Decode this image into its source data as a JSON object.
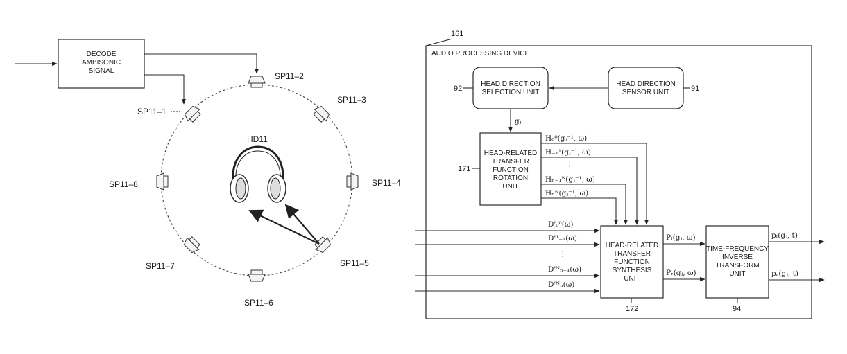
{
  "decoder_box": {
    "lines": [
      "DECODE",
      "AMBISONIC",
      "SIGNAL"
    ]
  },
  "headphone_label": "HD11",
  "speakers": [
    {
      "label": "SP11–1"
    },
    {
      "label": "SP11–2"
    },
    {
      "label": "SP11–3"
    },
    {
      "label": "SP11–4"
    },
    {
      "label": "SP11–5"
    },
    {
      "label": "SP11–6"
    },
    {
      "label": "SP11–7"
    },
    {
      "label": "SP11–8"
    }
  ],
  "device": {
    "ref": "161",
    "title": "AUDIO PROCESSING DEVICE"
  },
  "blocks": {
    "head_dir_select": {
      "lines": [
        "HEAD DIRECTION",
        "SELECTION UNIT"
      ],
      "ref": "92"
    },
    "head_dir_sensor": {
      "lines": [
        "HEAD DIRECTION",
        "SENSOR UNIT"
      ],
      "ref": "91"
    },
    "hrtf_rotation": {
      "lines": [
        "HEAD-RELATED",
        "TRANSFER",
        "FUNCTION",
        "ROTATION",
        "UNIT"
      ],
      "ref": "171"
    },
    "hrtf_synthesis": {
      "lines": [
        "HEAD-RELATED",
        "TRANSFER",
        "FUNCTION",
        "SYNTHESIS",
        "UNIT"
      ],
      "ref": "172"
    },
    "tf_inverse": {
      "lines": [
        "TIME-FREQUENCY",
        "INVERSE",
        "TRANSFORM",
        "UNIT"
      ],
      "ref": "94"
    }
  },
  "signals": {
    "gj": "gⱼ",
    "h_outputs": [
      "H₀⁰(gⱼ⁻¹, ω)",
      "H₋₁¹(gⱼ⁻¹, ω)",
      "⋮",
      "Hₙ₋₁ᴺ(gⱼ⁻¹, ω)",
      "Hₙᴺ(gⱼ⁻¹, ω)"
    ],
    "d_inputs": [
      "D'₀⁰(ω)",
      "D'¹₋₁(ω)",
      "⋮",
      "D'ᴺₙ₋₁(ω)",
      "D'ᴺₙ(ω)"
    ],
    "p_freq": [
      "Pₗ(gⱼ, ω)",
      "Pᵣ(gⱼ, ω)"
    ],
    "p_time": [
      "pₗ(gⱼ, t)",
      "pᵣ(gⱼ, t)"
    ]
  }
}
